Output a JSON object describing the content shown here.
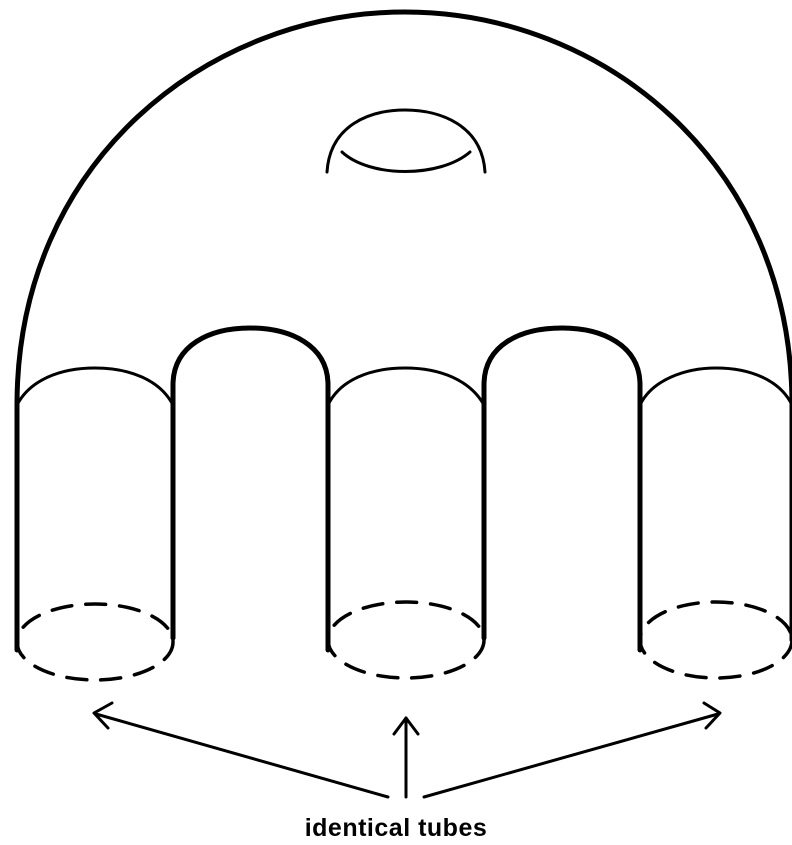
{
  "figure": {
    "caption": "identical tubes",
    "line_color": "#000000",
    "background": "#ffffff",
    "tube_count": 3,
    "handle_count": 1
  }
}
